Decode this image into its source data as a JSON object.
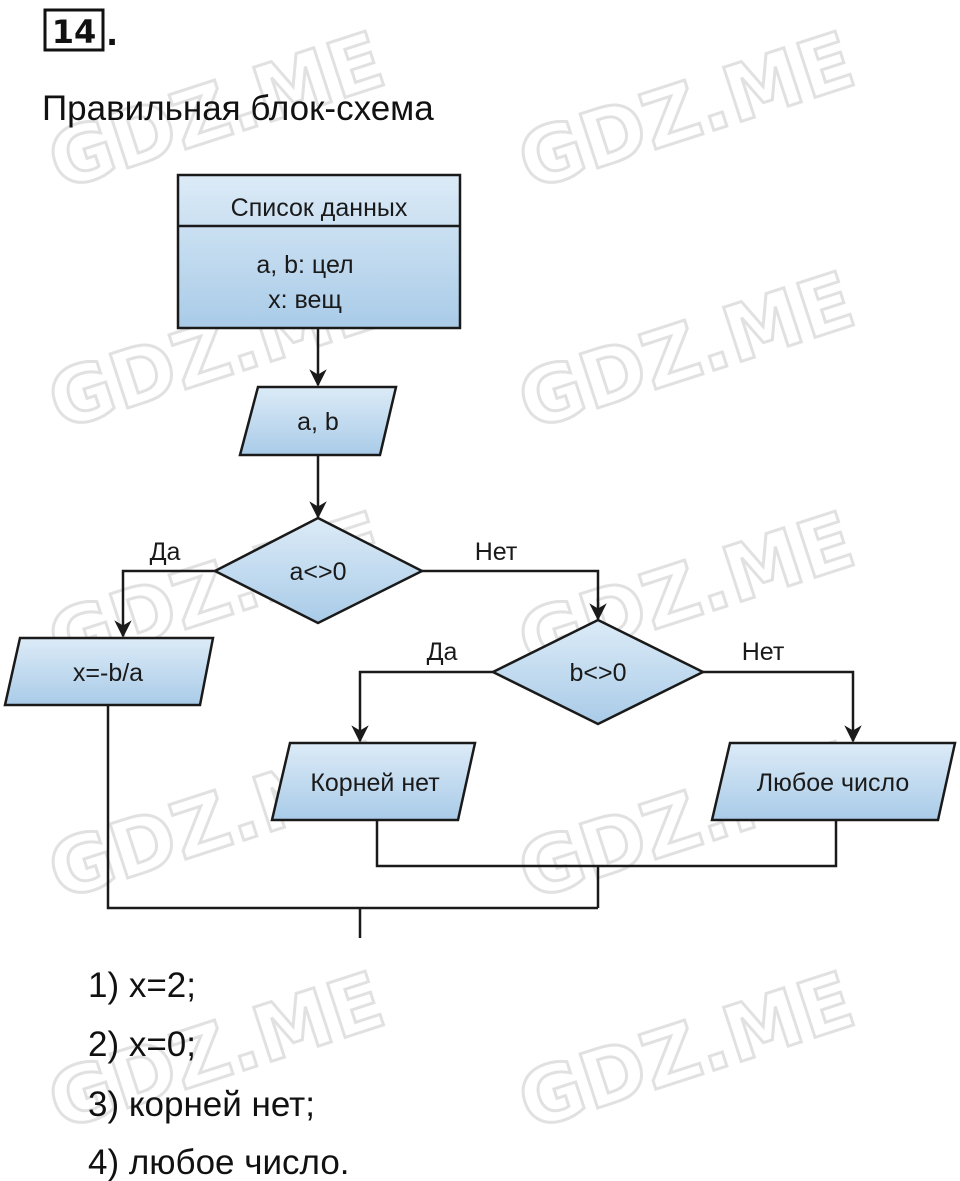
{
  "task_number": "14",
  "title": "Правильная блок-схема",
  "watermark": "GDZ.ME",
  "colors": {
    "block_fill_top": "#dcebf7",
    "block_fill_bottom": "#a9cbe8",
    "line": "#1a1a1a"
  },
  "flowchart": {
    "data_block": {
      "header": "Список данных",
      "line1": "a, b: цел",
      "line2": "x: вещ"
    },
    "input": "a, b",
    "cond1": {
      "text": "a<>0",
      "yes": "Да",
      "no": "Нет"
    },
    "assign": "x=-b/a",
    "cond2": {
      "text": "b<>0",
      "yes": "Да",
      "no": "Нет"
    },
    "out_no_roots": "Корней нет",
    "out_any": "Любое число"
  },
  "answers": [
    "1) x=2;",
    "2) x=0;",
    "3) корней нет;",
    "4) любое число."
  ]
}
